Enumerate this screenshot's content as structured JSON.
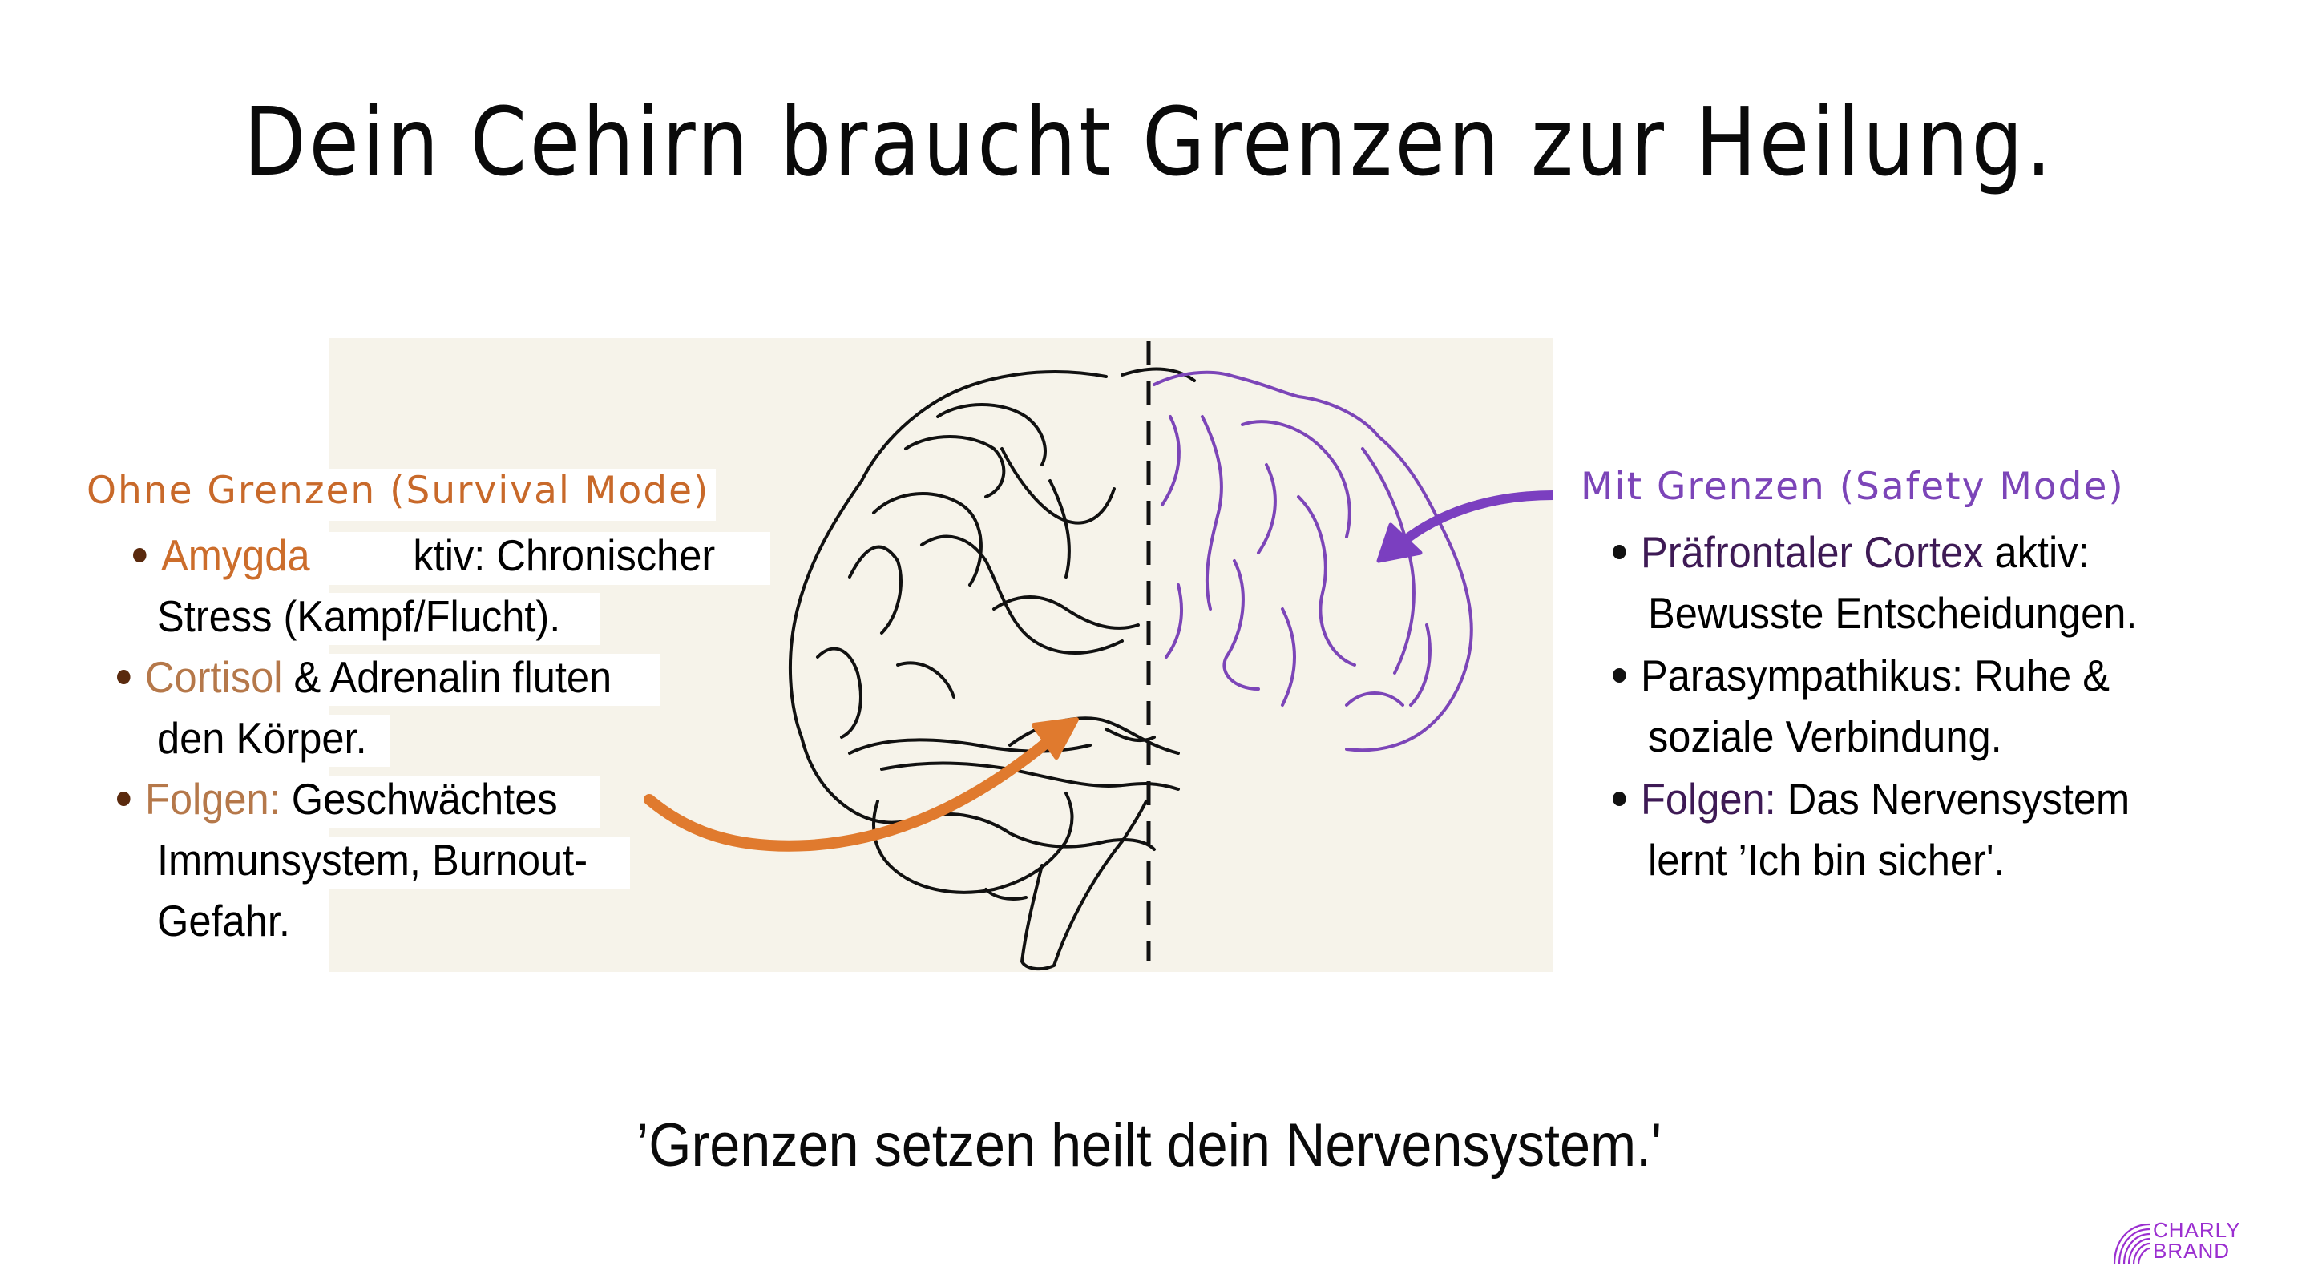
{
  "slide": {
    "title": "Dein Cehirn braucht Grenzen zur Heilung.",
    "background_color": "#ffffff",
    "panel_color": "#f6f3ea"
  },
  "left": {
    "heading": "Ohne Grenzen (Survival Mode)",
    "heading_color": "#c8692a",
    "bullets": [
      {
        "keyword": "Amygda",
        "redacted_gap": true,
        "text_line1": "ktiv: Chronischer",
        "text_line2": "Stress (Kampf/Flucht)."
      },
      {
        "keyword": "Cortisol",
        "text_line1": " & Adrenalin fluten",
        "text_line2": "den Körper."
      },
      {
        "keyword": "Folgen:",
        "text_line1": " Geschwächtes",
        "text_line2": "Immunsystem, Burnout-",
        "text_line3": "Gefahr."
      }
    ]
  },
  "right": {
    "heading": "Mit Grenzen (Safety Mode)",
    "heading_color": "#7c45b8",
    "bullets": [
      {
        "keyword": "Präfrontaler Cortex",
        "text_line1": " aktiv:",
        "text_line2": "Bewusste Entscheidungen."
      },
      {
        "keyword": "",
        "text_line1": "Parasympathikus: Ruhe &",
        "text_line2": "soziale Verbindung."
      },
      {
        "keyword": "Folgen:",
        "text_line1": " Das Nervensystem",
        "text_line2": "lernt ’Ich bin sicher'."
      }
    ]
  },
  "illustration": {
    "subject": "brain-side-view",
    "divider": "dashed-vertical-line",
    "left_half_color": "#111111",
    "right_half_color": "#7c45b8",
    "arrows": [
      {
        "name": "orange-arrow",
        "color": "#e07a2e",
        "points_to": "amygdala"
      },
      {
        "name": "purple-arrow",
        "color": "#7b3fc0",
        "points_to": "prefrontal-cortex"
      }
    ]
  },
  "quote": "’Grenzen setzen heilt dein Nervensystem.'",
  "logo": {
    "line1": "CHARLY",
    "line2": "BRAND",
    "color": "#9b2fd0"
  }
}
